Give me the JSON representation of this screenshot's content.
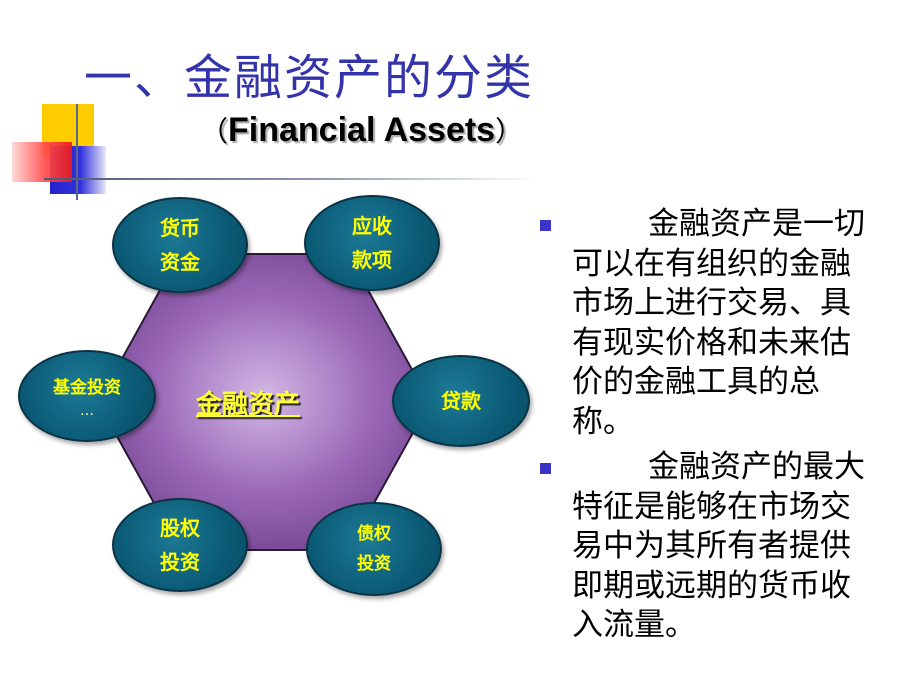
{
  "title": {
    "chinese": "一、金融资产的分类",
    "english_open": "（",
    "english": "Financial Assets",
    "english_close": "）"
  },
  "diagram": {
    "center": "金融资产",
    "nodes": {
      "cash": "货币\n资金",
      "receivable": "应收\n款项",
      "fund": "基金投资",
      "fund_more": "…",
      "loan": "贷款",
      "equity": "股权\n投资",
      "debt": "债权\n投资"
    },
    "colors": {
      "hexagon": "#8a57a6",
      "node": "#0b5b76",
      "label": "#ffff00"
    }
  },
  "bullets": [
    {
      "text": "金融资产是一切可以在有组织的金融市场上进行交易、具有现实价格和未来估价的金融工具的总称。"
    },
    {
      "text": "金融资产的最大特征是能够在市场交易中为其所有者提供即期或远期的货币收入流量。"
    }
  ],
  "colors": {
    "title": "#3333aa",
    "bullet": "#3a35c8"
  }
}
